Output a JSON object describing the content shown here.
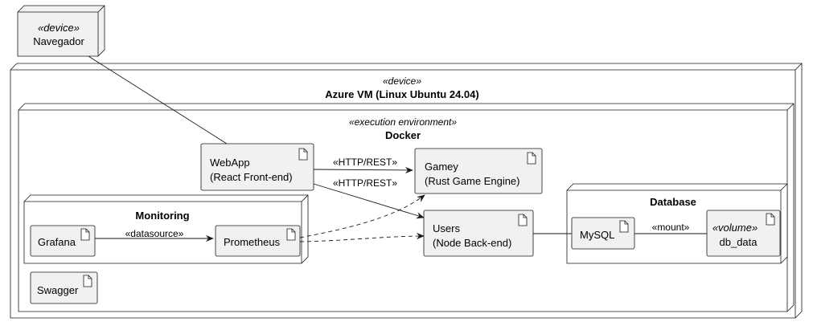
{
  "browser": {
    "stereotype": "«device»",
    "name": "Navegador"
  },
  "vm": {
    "stereotype": "«device»",
    "name": "Azure VM (Linux Ubuntu 24.04)"
  },
  "docker": {
    "stereotype": "«execution environment»",
    "name": "Docker"
  },
  "webapp": {
    "line1": "WebApp",
    "line2": "(React Front-end)"
  },
  "gamey": {
    "line1": "Gamey",
    "line2": "(Rust Game Engine)"
  },
  "users": {
    "line1": "Users",
    "line2": "(Node Back-end)"
  },
  "monitoring": {
    "name": "Monitoring"
  },
  "grafana": {
    "name": "Grafana"
  },
  "prometheus": {
    "name": "Prometheus"
  },
  "swagger": {
    "name": "Swagger"
  },
  "database": {
    "name": "Database"
  },
  "mysql": {
    "name": "MySQL"
  },
  "db_data": {
    "stereotype": "«volume»",
    "name": "db_data"
  },
  "edges": {
    "webapp_gamey": "«HTTP/REST»",
    "webapp_users": "«HTTP/REST»",
    "grafana_prometheus": "«datasource»",
    "mysql_dbdata": "«mount»"
  },
  "colors": {
    "node_fill": "#f1f1f1",
    "stroke": "#181818",
    "background": "#ffffff"
  }
}
